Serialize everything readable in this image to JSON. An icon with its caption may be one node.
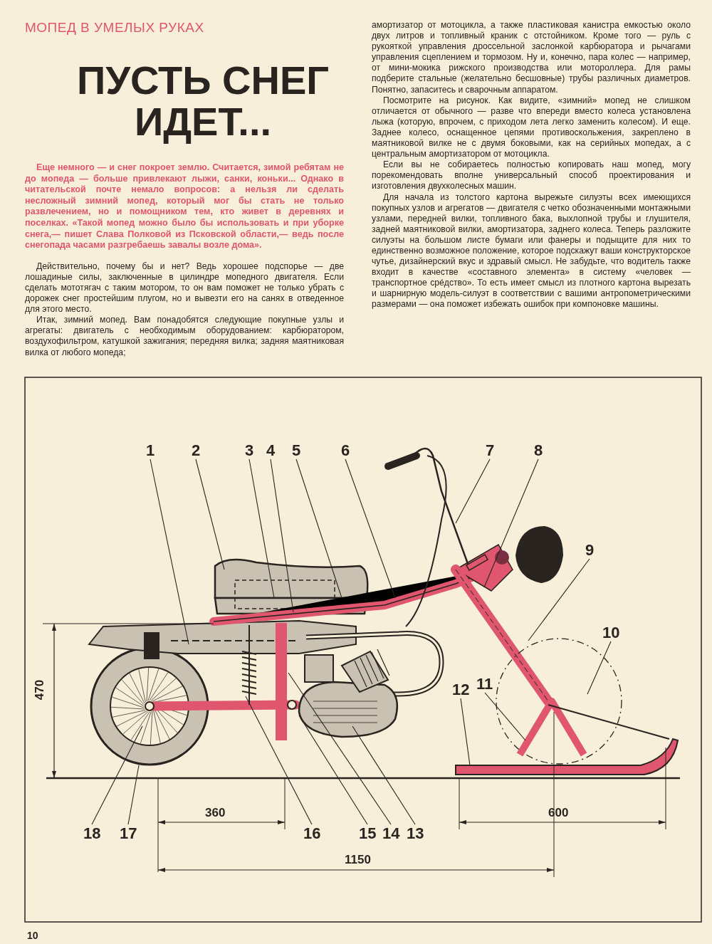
{
  "diagram": {
    "title": "ПУСТЬ СНЕГ ИДЕТ...",
    "nodes": [
      {
        "text": [
          "1"
        ]
      },
      {
        "text": [
          "2"
        ]
      },
      {
        "text": [
          "3"
        ]
      },
      {
        "text": [
          "4"
        ]
      },
      {
        "text": [
          "5"
        ]
      },
      {
        "text": [
          "6"
        ]
      },
      {
        "text": [
          "7"
        ]
      },
      {
        "text": [
          "8"
        ]
      },
      {
        "text": [
          "9"
        ]
      },
      {
        "text": [
          "10"
        ]
      },
      {
        "text": [
          "11"
        ]
      },
      {
        "text": [
          "12"
        ]
      },
      {
        "text": [
          "13"
        ]
      },
      {
        "text": [
          "14"
        ]
      },
      {
        "text": [
          "15"
        ]
      },
      {
        "text": [
          "16"
        ]
      },
      {
        "text": [
          "17"
        ]
      },
      {
        "text": [
          "18"
        ]
      }
    ],
    "edges": [
      {
        "from": 0,
        "to": null,
        "arrow": "none"
      },
      {
        "from": 1,
        "to": null,
        "arrow": "none"
      },
      {
        "from": 2,
        "to": null,
        "arrow": "none"
      },
      {
        "from": 3,
        "to": null,
        "arrow": "none"
      },
      {
        "from": 4,
        "to": null,
        "arrow": "none"
      },
      {
        "from": 5,
        "to": null,
        "arrow": "none"
      },
      {
        "from": 6,
        "to": null,
        "arrow": "none"
      },
      {
        "from": 7,
        "to": null,
        "arrow": "none"
      },
      {
        "from": 8,
        "to": null,
        "arrow": "none"
      },
      {
        "from": 9,
        "to": null,
        "arrow": "none"
      },
      {
        "from": 10,
        "to": null,
        "arrow": "none"
      },
      {
        "from": 11,
        "to": null,
        "arrow": "none"
      },
      {
        "from": 12,
        "to": null,
        "arrow": "none"
      },
      {
        "from": 13,
        "to": null,
        "arrow": "none"
      },
      {
        "from": 14,
        "to": null,
        "arrow": "none"
      },
      {
        "from": 15,
        "to": null,
        "arrow": "none"
      },
      {
        "from": 16,
        "to": null,
        "arrow": "none"
      },
      {
        "from": 17,
        "to": null,
        "arrow": "none"
      }
    ],
    "labels": [
      "МОПЕД В УМЕЛЫХ РУКАХ",
      "Еще немного — и снег покроет землю. Считается, зимой ребятам не до мопеда — больше привлекают лыжи, санки, коньки... Однако в читательской почте немало вопросов: а нельзя ли сделать несложный зимний мопед, который мог бы стать не только развлечением, но и помощником тем, кто живет в деревнях и поселках. «Такой мопед можно было бы использовать и при уборке снега,— пишет Слава Полковой из Псковской области,— ведь после снегопада часами разгребаешь завалы возле дома».",
      "Действительно, почему бы и нет? Ведь хорошее подспорье — две лошадиные силы, заключенные в цилиндре мопедного двигателя. Если сделать мототягач с таким мотором, то он вам поможет не только убрать с дорожек снег простейшим плугом, но и вывезти его на санях в отведенное для этого место.",
      "Итак, зимний мопед. Вам понадобятся следующие покупные узлы и агрегаты: двигатель с необходимым оборудованием: карбюратором, воздухофильтром, катушкой зажигания; передняя вилка; задняя маятниковая вилка от любого мопеда;",
      "амортизатор от мотоцикла, а также пластиковая канистра емкостью около двух литров и топливный краник с отстойником. Кроме того — руль с рукояткой управления дроссельной заслонкой карбюратора и рычагами управления сцеплением и тормозом. Ну и, конечно, пара колес — например, от мини-мокика рижского производства или мотороллера. Для рамы подберите стальные (желательно бесшовные) трубы различных диаметров. Понятно, запаситесь и сварочным аппаратом.",
      "Посмотрите на рисунок. Как видите, «зимний» мопед не слишком отличается от обычного — разве что впереди вместо колеса установлена лыжа (которую, впрочем, с приходом лета легко заменить колесом). И еще. Заднее колесо, оснащенное цепями противоскольжения, закреплено в маятниковой вилке не с двумя боковыми, как на серийных мопедах, а с центральным амортизатором от мотоцикла.",
      "Если вы не собираетесь полностью копировать наш мопед, могу порекомендовать вполне универсальный способ проектирования и изготовления двухколесных машин.",
      "Для начала из толстого картона вырежьте силуэты всех имеющихся покупных узлов и агрегатов — двигателя с четко обозначенными монтажными узлами, передней вилки, топливного бака, выхлопной трубы и глушителя, задней маятниковой вилки, амортизатора, заднего колеса. Теперь разложите силуэты на большом листе бумаги или фанеры и подыщите для них то единственно возможное положение, которое подскажут ваши конструкторское чутье, дизайнерский вкус и здравый смысл. Не забудьте, что водитель также входит в качестве «составного элемента» в систему «человек — транспортное срéдство». То есть имеет смысл из плотного картона вырезать и шарнирную модель-силуэт в соответствии с вашими антропометрическими размерами — она поможет избежать ошибок при компоновке машины.",
      "470",
      "360",
      "600",
      "1150",
      "10"
    ]
  }
}
